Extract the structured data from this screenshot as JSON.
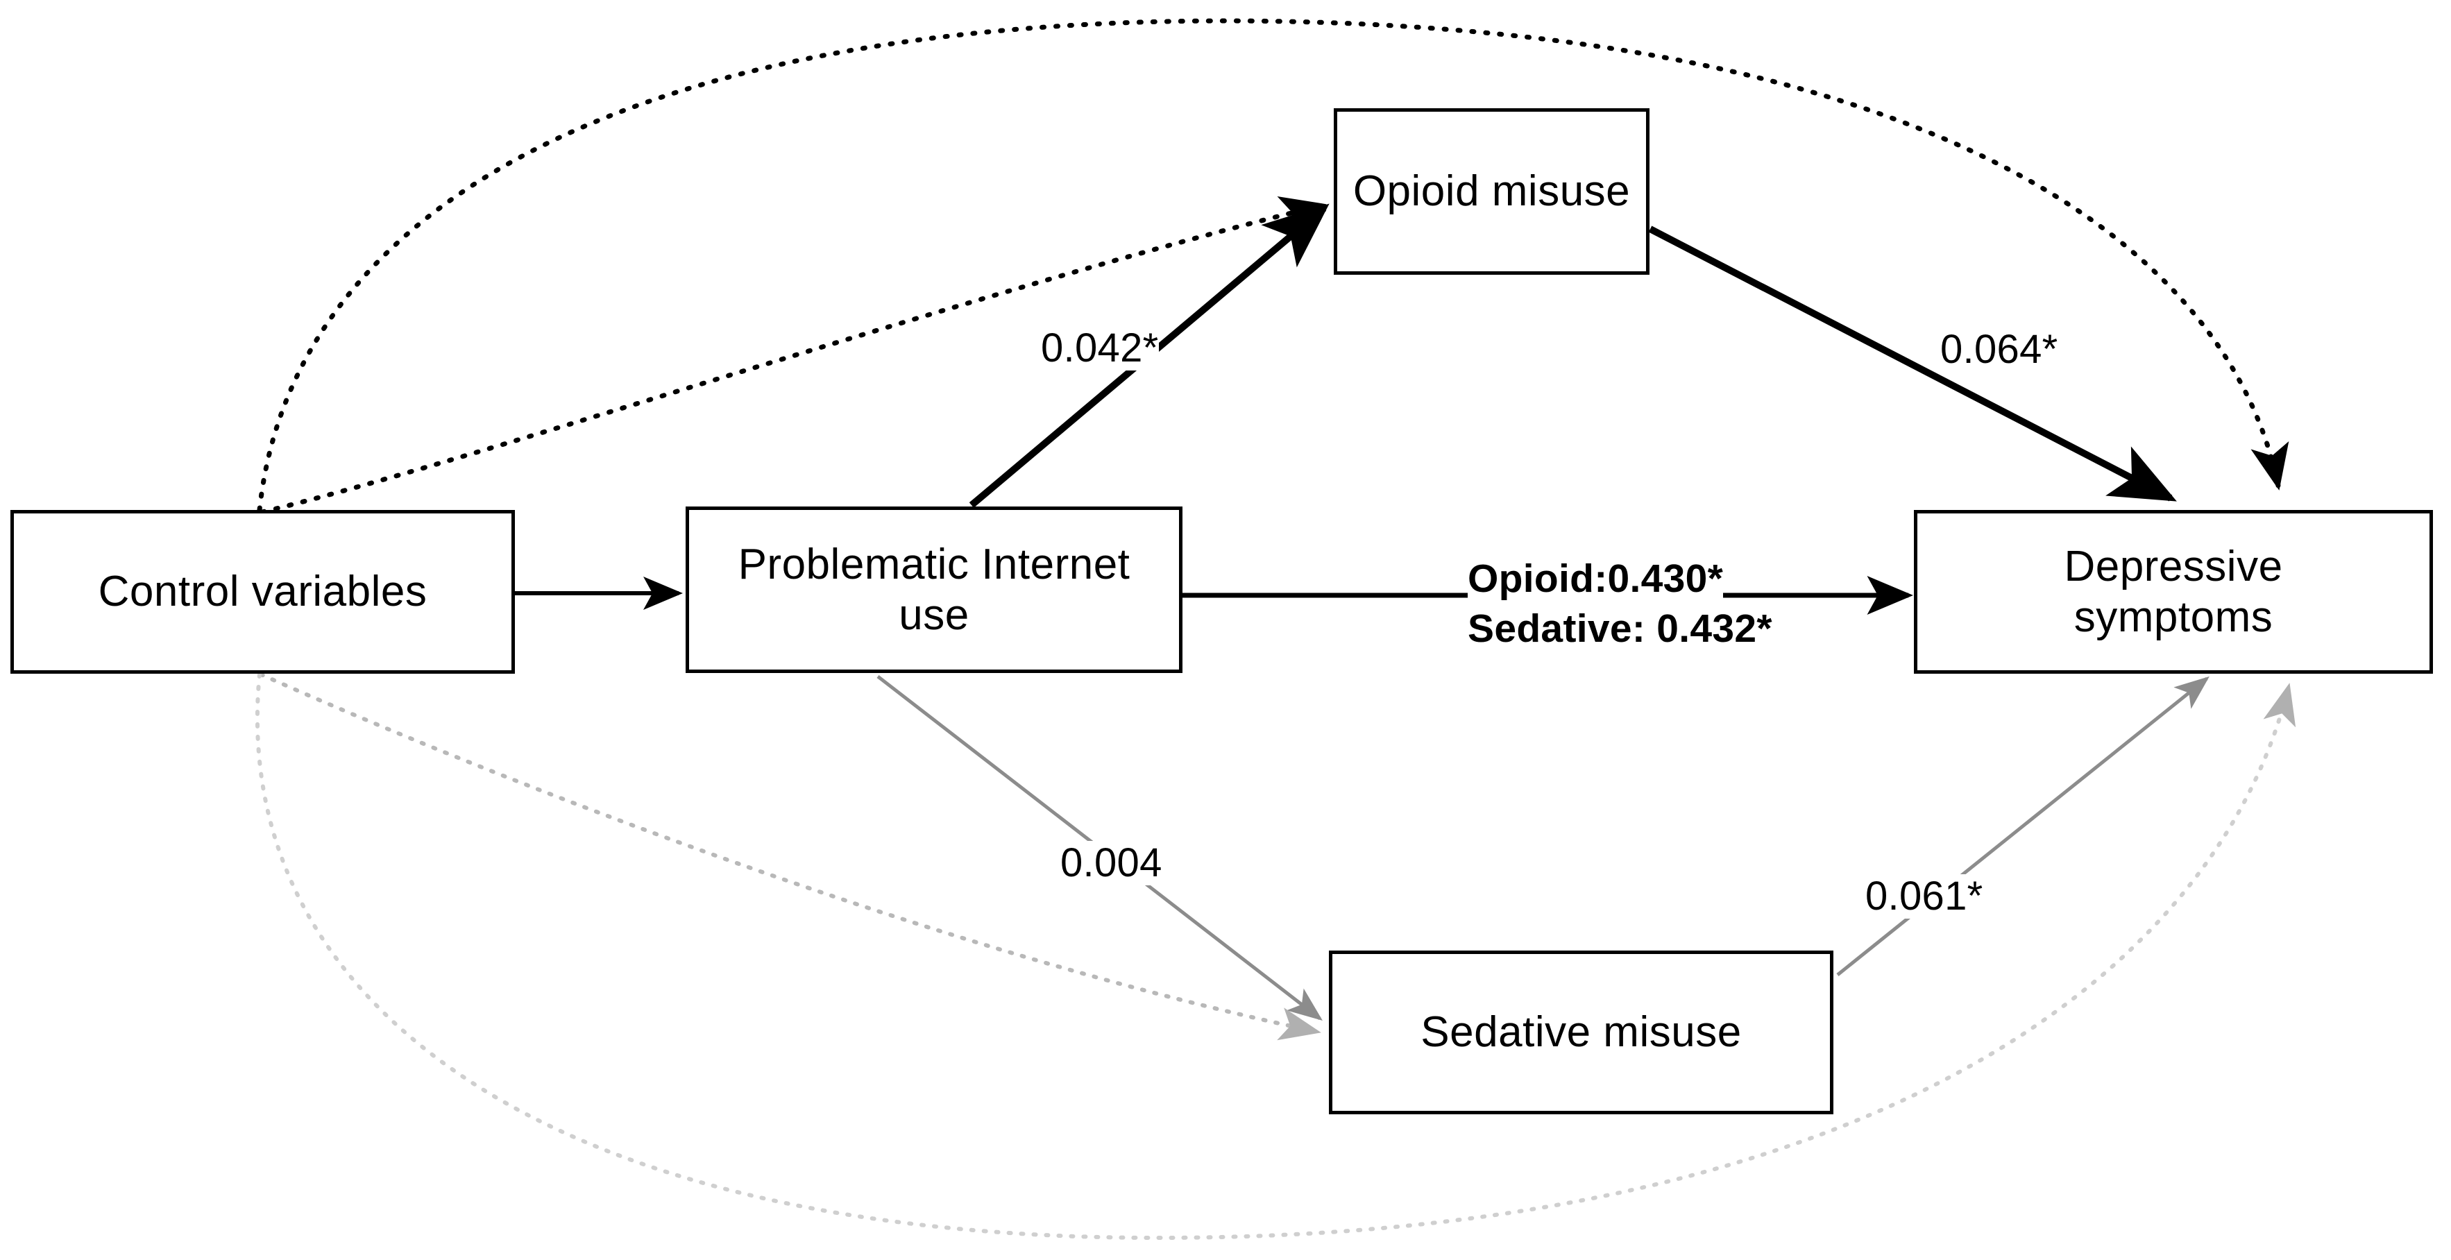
{
  "figure": {
    "type": "path-diagram",
    "background_color": "#ffffff",
    "line_colors": {
      "direct_path": "#000000",
      "control_path_upper": "#000000",
      "control_path_lower": "#aaaaaa",
      "sedative_path": "#8c8c8c"
    }
  },
  "nodes": [
    {
      "id": "control",
      "label": "Control variables"
    },
    {
      "id": "piu",
      "label": "Problematic Internet\nuse"
    },
    {
      "id": "opioid",
      "label": "Opioid misuse"
    },
    {
      "id": "sedative",
      "label": "Sedative misuse"
    },
    {
      "id": "depressive",
      "label": "Depressive\nsymptoms"
    }
  ],
  "edges": [
    {
      "id": "piu-to-opioid",
      "from": "piu",
      "to": "opioid",
      "label": "0.042*",
      "style": "solid",
      "color": "#000000"
    },
    {
      "id": "opioid-to-depressive",
      "from": "opioid",
      "to": "depressive",
      "label": "0.064*",
      "style": "solid",
      "color": "#000000"
    },
    {
      "id": "piu-to-depressive",
      "from": "piu",
      "to": "depressive",
      "label_line1": "Opioid:0.430*",
      "label_line2": "Sedative: 0.432*",
      "style": "solid",
      "color": "#000000"
    },
    {
      "id": "piu-to-sedative",
      "from": "piu",
      "to": "sedative",
      "label": "0.004",
      "style": "solid",
      "color": "#8c8c8c"
    },
    {
      "id": "sedative-to-depressive",
      "from": "sedative",
      "to": "depressive",
      "label": "0.061*",
      "style": "solid",
      "color": "#8c8c8c"
    },
    {
      "id": "control-to-piu",
      "from": "control",
      "to": "piu",
      "label": "",
      "style": "solid",
      "color": "#000000"
    },
    {
      "id": "control-to-opioid",
      "from": "control",
      "to": "opioid",
      "label": "",
      "style": "dotted",
      "color": "#000000"
    },
    {
      "id": "control-to-depressive-top",
      "from": "control",
      "to": "depressive",
      "label": "",
      "style": "dotted",
      "color": "#000000"
    },
    {
      "id": "control-to-sedative",
      "from": "control",
      "to": "sedative",
      "label": "",
      "style": "dotted",
      "color": "#aaaaaa"
    },
    {
      "id": "control-to-depressive-bottom",
      "from": "control",
      "to": "depressive",
      "label": "",
      "style": "dotted",
      "color": "#cccccc"
    }
  ],
  "labels": {
    "piu_opioid": "0.042*",
    "opioid_depressive": "0.064*",
    "piu_depressive_opioid": "Opioid:0.430*",
    "piu_depressive_sedative": "Sedative: 0.432*",
    "piu_sedative": "0.004",
    "sedative_depressive": "0.061*"
  }
}
